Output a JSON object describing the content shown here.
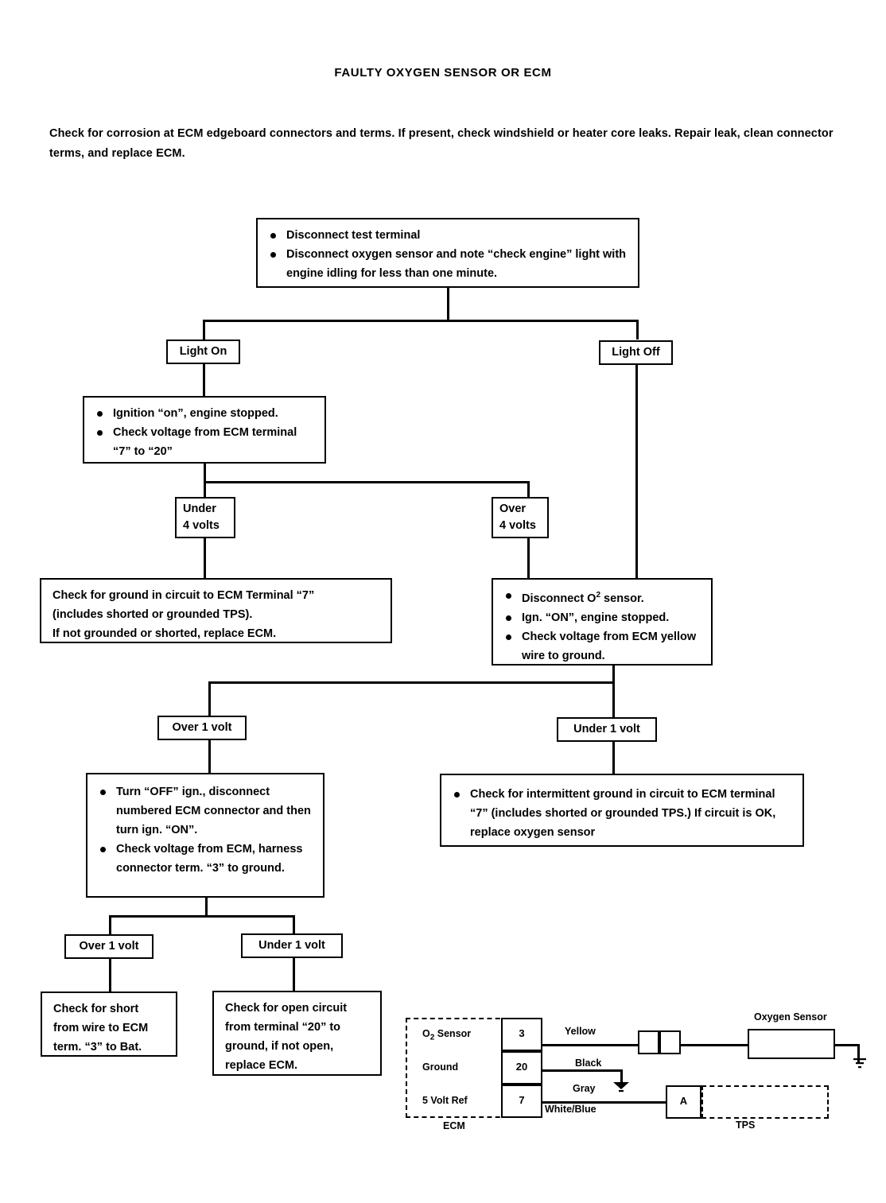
{
  "page": {
    "title": "FAULTY OXYGEN SENSOR OR ECM",
    "intro": "Check  for corrosion at ECM edgeboard connectors and terms.  If present, check windshield or heater core leaks.  Repair leak, clean connector terms, and replace ECM."
  },
  "flow": {
    "start_box": {
      "bullets": [
        "Disconnect test terminal",
        "Disconnect oxygen sensor and note “check engine” light with engine idling for less than one minute."
      ]
    },
    "branch_light_on": "Light On",
    "branch_light_off": "Light Off",
    "ignition_box": {
      "bullets": [
        "Ignition “on”, engine stopped.",
        "Check voltage from ECM terminal “7” to “20”"
      ]
    },
    "under_4_volts": {
      "line1": "Under",
      "line2": "4 volts"
    },
    "over_4_volts": {
      "line1": "Over",
      "line2": "4 volts"
    },
    "ground_check_box": {
      "lines": [
        "Check for ground in circuit to ECM Terminal “7”",
        "(includes shorted or grounded TPS).",
        "If not grounded or shorted, replace ECM."
      ]
    },
    "disconnect_o2_box": {
      "bullets": [
        "Disconnect O2 sensor.",
        "Ign. “ON”, engine stopped.",
        "Check voltage from ECM yellow wire to ground."
      ]
    },
    "over_1_volt_mid": "Over 1 volt",
    "under_1_volt_mid": "Under 1 volt",
    "turn_off_ign_box": {
      "bullets": [
        "Turn “OFF” ign., disconnect numbered ECM connector and then turn ign. “ON”.",
        "Check voltage from ECM, harness connector term. “3” to ground."
      ]
    },
    "intermittent_ground_box": {
      "bullets": [
        "Check for intermittent ground in circuit to ECM terminal “7” (includes shorted or grounded TPS.)  If circuit is OK, replace oxygen sensor"
      ]
    },
    "over_1_volt_low": "Over 1 volt",
    "under_1_volt_low": "Under 1 volt",
    "short_box": {
      "lines": [
        "Check for short",
        "from wire to ECM",
        "term. “3” to Bat."
      ]
    },
    "open_circuit_box": {
      "lines": [
        "Check for open circuit",
        "from terminal “20” to",
        "ground, if not open,",
        "replace ECM."
      ]
    }
  },
  "schematic": {
    "ecm_label": "ECM",
    "tps_label": "TPS",
    "oxygen_sensor_label": "Oxygen Sensor",
    "tps_terminal": "A",
    "rows": [
      {
        "name": "O2 Sensor",
        "terminal": "3",
        "wire": "Yellow"
      },
      {
        "name": "Ground",
        "terminal": "20",
        "wire": "Black"
      },
      {
        "name": "5 Volt Ref",
        "terminal": "7",
        "wire": "Gray"
      }
    ],
    "extra_wire": "White/Blue"
  }
}
